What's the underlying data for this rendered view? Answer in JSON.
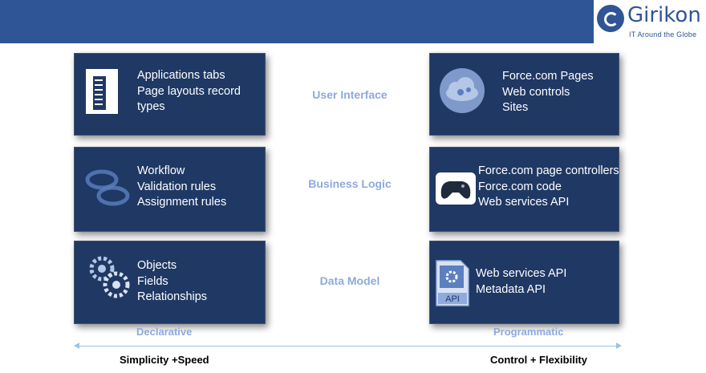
{
  "brand": {
    "name": "Girikon",
    "tagline": "IT Around the Globe"
  },
  "layers": [
    {
      "label": "User Interface",
      "declarative": [
        "Applications tabs",
        "Page layouts  record",
        "types"
      ],
      "programmatic": [
        "Force.com Pages",
        "Web controls",
        "Sites"
      ]
    },
    {
      "label": "Business Logic",
      "declarative": [
        "Workflow",
        "Validation rules",
        "Assignment rules"
      ],
      "programmatic": [
        "Force.com page controllers",
        "Force.com code",
        "Web services API"
      ]
    },
    {
      "label": "Data Model",
      "declarative": [
        "Objects",
        "Fields",
        "Relationships"
      ],
      "programmatic": [
        "Web services API",
        "Metadata API"
      ]
    }
  ],
  "icons": {
    "document": "document-icon",
    "cloud_gears": "cloud-gears-icon",
    "rings": "rings-icon",
    "gamepad": "gamepad-icon",
    "gears": "gears-icon",
    "api_file": "api-file-icon",
    "api_file_label": "API"
  },
  "axis": {
    "left_label": "Declarative",
    "right_label": "Programmatic",
    "left_caption": "Simplicity +Speed",
    "right_caption": "Control + Flexibility"
  },
  "colors": {
    "box_fill": "#1f3864",
    "header": "#2f5597",
    "mid_label": "#8ea9db"
  }
}
